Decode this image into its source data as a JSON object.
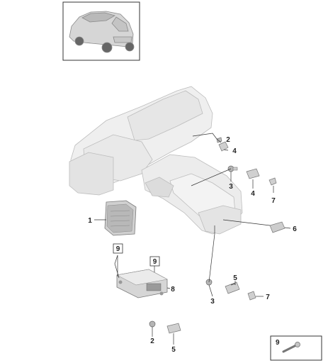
{
  "callouts": {
    "c1": "1",
    "c2a": "2",
    "c4a": "4",
    "c3a": "3",
    "c4b": "4",
    "c7a": "7",
    "c6": "6",
    "c5a": "5",
    "c3b": "3",
    "c7b": "7",
    "c8": "8",
    "c2b": "2",
    "c5b": "5"
  },
  "boxed_labels": {
    "b9a": "9",
    "b9b": "9",
    "legend9": "9"
  },
  "icons": {
    "vehicle_thumbnail": "suv-rear-three-quarter-icon",
    "dashboard": "dashboard-assembly-icon",
    "screw": "screw-icon"
  }
}
